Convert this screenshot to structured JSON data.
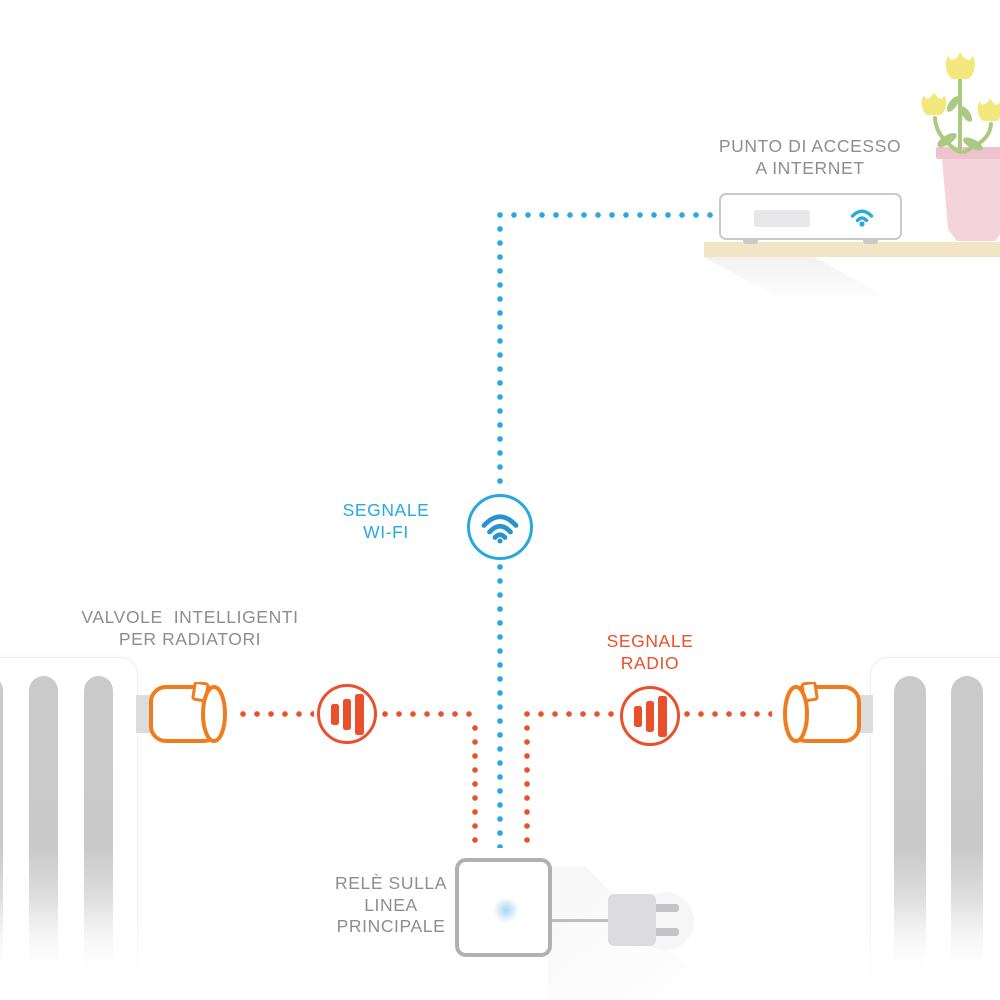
{
  "labels": {
    "access_point": {
      "line1": "PUNTO DI ACCESSO",
      "line2": "A INTERNET"
    },
    "wifi_signal": {
      "line1": "SEGNALE",
      "line2": "WI-FI"
    },
    "valves": {
      "line1": "VALVOLE  INTELLIGENTI",
      "line2": "PER RADIATORI"
    },
    "radio_signal": {
      "line1": "SEGNALE",
      "line2": "RADIO"
    },
    "relay": {
      "line1": "RELÈ SULLA",
      "line2": "LINEA",
      "line3": "PRINCIPALE"
    }
  },
  "colors": {
    "wifi_blue": "#29a8e0",
    "wifi_icon_blue": "#2a93cf",
    "radio_orange": "#e8512b",
    "valve_orange": "#f07c20",
    "label_gray": "#8e8e8e",
    "shelf_beige": "#f1e5c6",
    "radiator_gray": "#c9c9c9",
    "pot_pink": "#f5d3da",
    "pot_rim_pink": "#eec3cd",
    "tulip_yellow": "#f3e87d",
    "leaf_green": "#aac981"
  },
  "icons": {
    "wifi_badge": "wifi-icon",
    "router_wifi": "wifi-icon-small",
    "radio_badge": "signal-bars-icon",
    "plug": "power-plug-icon",
    "flowers": "tulips-icon"
  }
}
